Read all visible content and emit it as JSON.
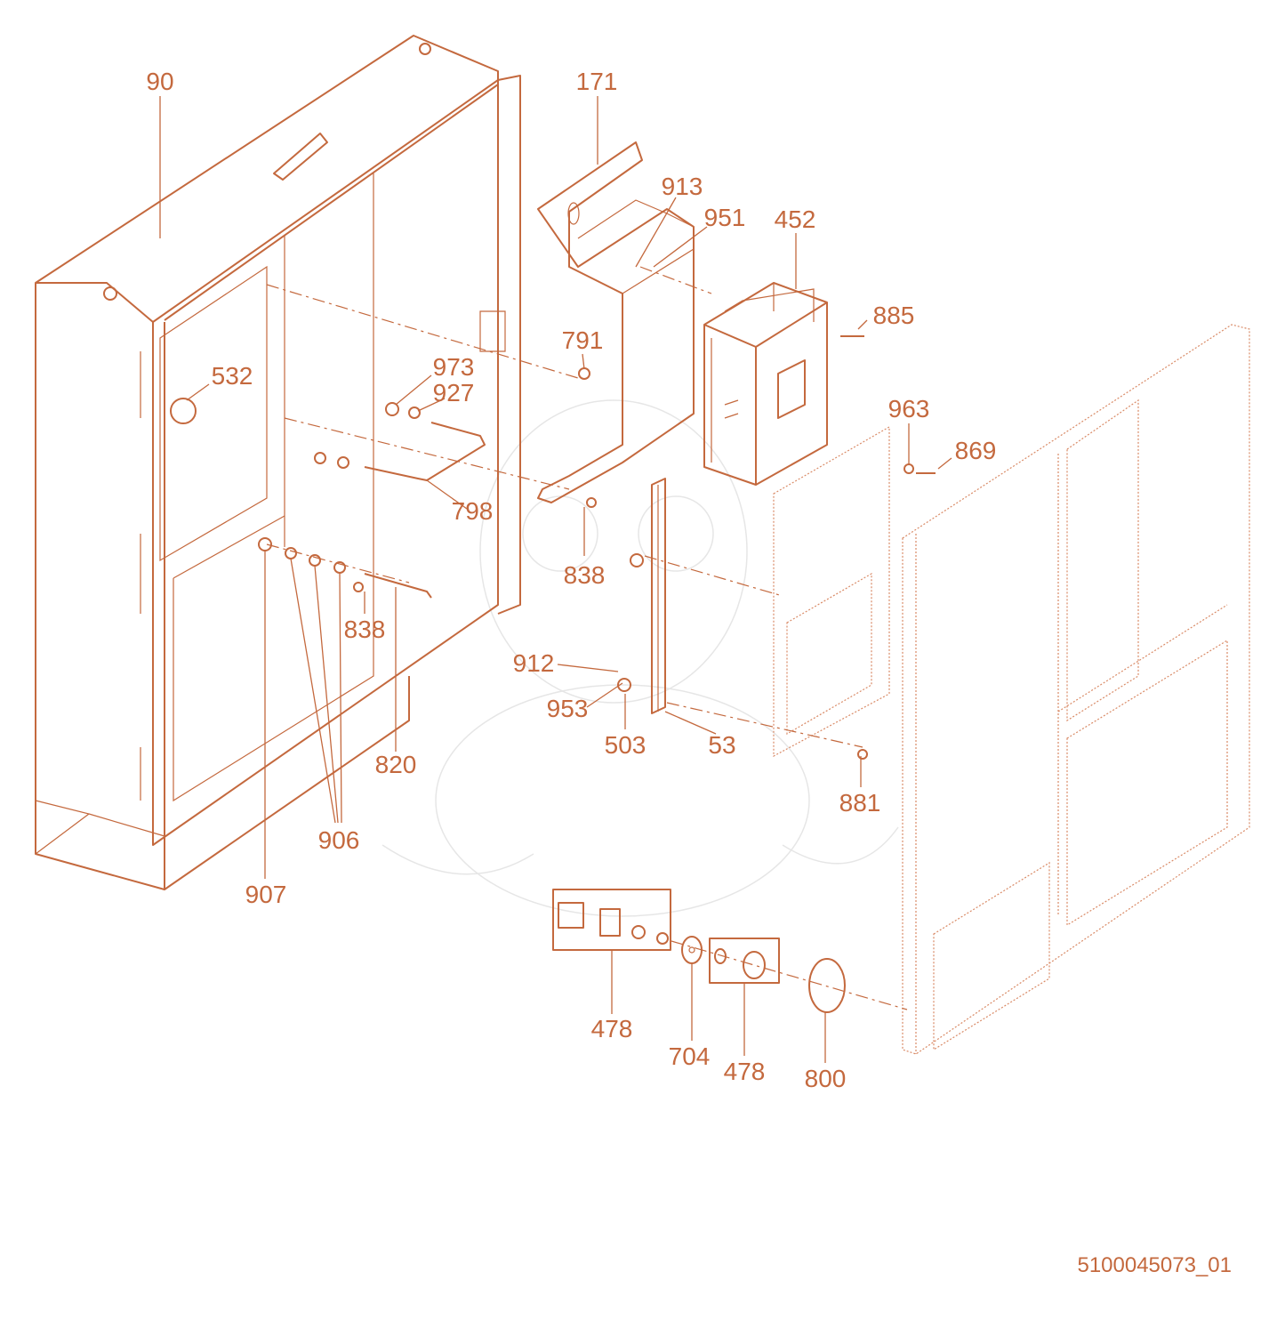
{
  "diagram": {
    "accent_color": "#c4693e",
    "document_id": "5100045073_01",
    "part_labels": [
      {
        "text": "90"
      },
      {
        "text": "171"
      },
      {
        "text": "913"
      },
      {
        "text": "951"
      },
      {
        "text": "452"
      },
      {
        "text": "885"
      },
      {
        "text": "532"
      },
      {
        "text": "791"
      },
      {
        "text": "973"
      },
      {
        "text": "927"
      },
      {
        "text": "963"
      },
      {
        "text": "869"
      },
      {
        "text": "798"
      },
      {
        "text": "838"
      },
      {
        "text": "838"
      },
      {
        "text": "912"
      },
      {
        "text": "953"
      },
      {
        "text": "503"
      },
      {
        "text": "53"
      },
      {
        "text": "820"
      },
      {
        "text": "881"
      },
      {
        "text": "906"
      },
      {
        "text": "907"
      },
      {
        "text": "478"
      },
      {
        "text": "704"
      },
      {
        "text": "478"
      },
      {
        "text": "800"
      }
    ]
  }
}
